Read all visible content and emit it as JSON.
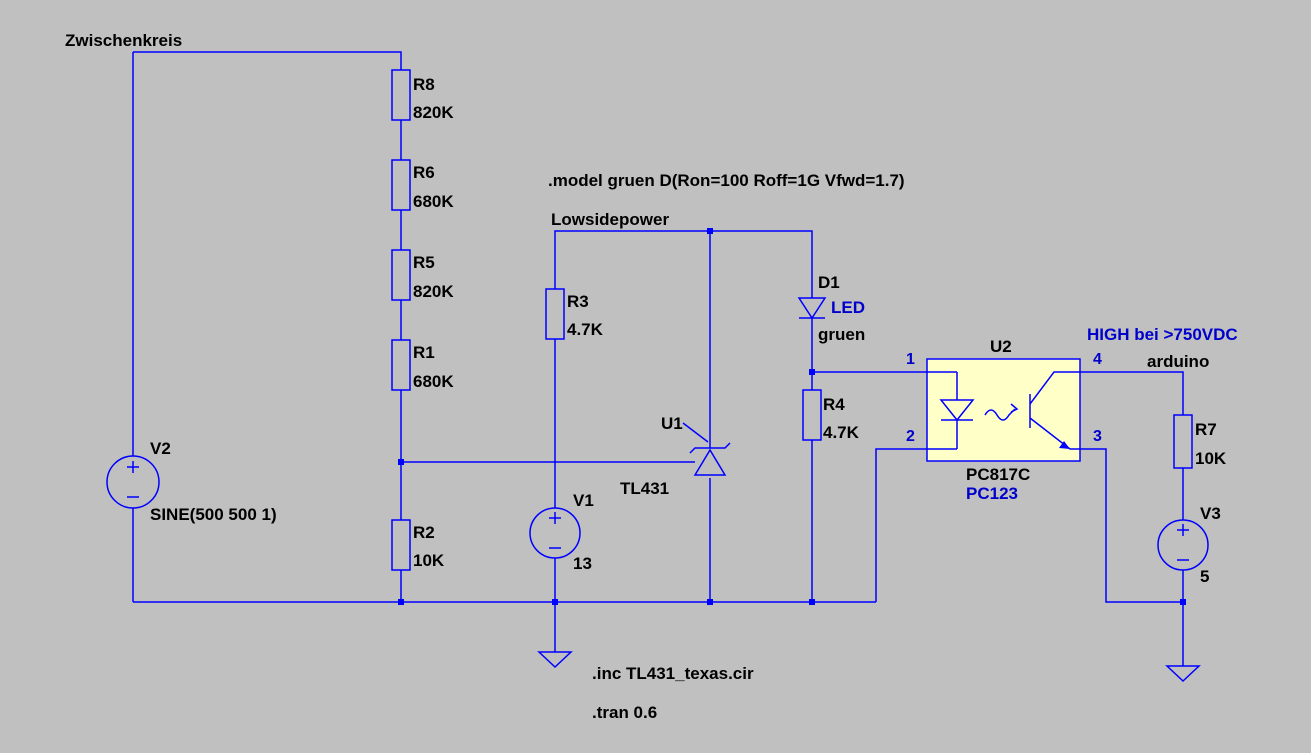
{
  "colors": {
    "background": "#c0c0c0",
    "wire": "#0000ff",
    "text": "#000000",
    "accent_text": "#0000cc",
    "optocoupler_fill": "#ffffc8"
  },
  "nets": {
    "dc_link": "Zwischenkreis",
    "lowside": "Lowsidepower",
    "arduino": "arduino"
  },
  "directives": {
    "model": ".model gruen D(Ron=100 Roff=1G Vfwd=1.7)",
    "inc": ".inc TL431_texas.cir",
    "tran": ".tran 0.6"
  },
  "resistors": {
    "r8": {
      "name": "R8",
      "value": "820K"
    },
    "r6": {
      "name": "R6",
      "value": "680K"
    },
    "r5": {
      "name": "R5",
      "value": "820K"
    },
    "r1": {
      "name": "R1",
      "value": "680K"
    },
    "r2": {
      "name": "R2",
      "value": "10K"
    },
    "r3": {
      "name": "R3",
      "value": "4.7K"
    },
    "r4": {
      "name": "R4",
      "value": "4.7K"
    },
    "r7": {
      "name": "R7",
      "value": "10K"
    }
  },
  "sources": {
    "v2": {
      "name": "V2",
      "value": "SINE(500 500 1)"
    },
    "v1": {
      "name": "V1",
      "value": "13"
    },
    "v3": {
      "name": "V3",
      "value": "5"
    }
  },
  "u1": {
    "name": "U1",
    "value": "TL431"
  },
  "d1": {
    "name": "D1",
    "type": "LED",
    "value": "gruen"
  },
  "u2": {
    "name": "U2",
    "value": "PC817C",
    "alt": "PC123",
    "pins": {
      "p1": "1",
      "p2": "2",
      "p3": "3",
      "p4": "4"
    }
  },
  "comment": "HIGH bei >750VDC"
}
